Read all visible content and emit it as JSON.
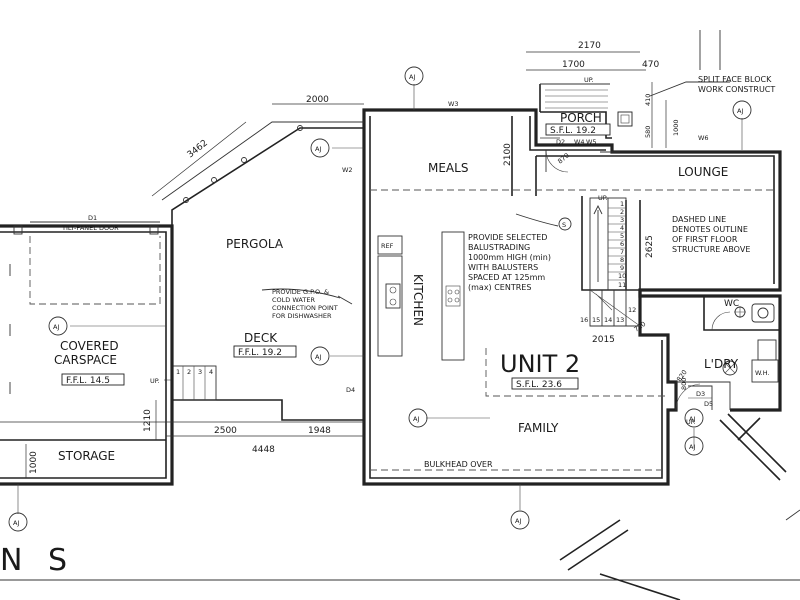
{
  "rooms": {
    "meals": "MEALS",
    "lounge": "LOUNGE",
    "pergola": "PERGOLA",
    "deck": "DECK",
    "covered_1": "COVERED",
    "covered_2": "CARSPACE",
    "storage": "STORAGE",
    "family": "FAMILY",
    "kitchen": "KITCHEN",
    "porch": "PORCH",
    "laundry": "L'DRY",
    "wc": "WC",
    "unit": "UNIT 2",
    "ref": "REF",
    "wh": "W.H."
  },
  "levels": {
    "porch": "S.F.L. 19.2",
    "deck": "F.F.L. 19.2",
    "carspace": "F.F.L. 14.5",
    "unit": "S.F.L. 23.6"
  },
  "notes": {
    "split_face_1": "SPLIT FACE BLOCK",
    "split_face_2": "WORK CONSTRUCT",
    "dashed_1": "DASHED LINE",
    "dashed_2": "DENOTES OUTLINE",
    "dashed_3": "OF FIRST FLOOR",
    "dashed_4": "STRUCTURE ABOVE",
    "bal_1": "PROVIDE SELECTED",
    "bal_2": "BALUSTRADING",
    "bal_3": "1000mm HIGH (min)",
    "bal_4": "WITH BALUSTERS",
    "bal_5": "SPACED AT 125mm",
    "bal_6": "(max) CENTRES",
    "gpo_1": "PROVIDE G.P.O. &",
    "gpo_2": "COLD WATER",
    "gpo_3": "CONNECTION POINT",
    "gpo_4": "FOR DISHWASHER",
    "tilt_door": "TILT-PANEL DOOR",
    "bulkhead": "BULKHEAD OVER"
  },
  "dimensions": {
    "d2000": "2000",
    "d3462": "3462",
    "d2170": "2170",
    "d1700": "1700",
    "d470": "470",
    "d410": "410",
    "d1000_top": "1000",
    "d580": "580",
    "d2100": "2100",
    "d2625": "2625",
    "d2015": "2015",
    "d720": "720",
    "d1210": "1210",
    "d2500": "2500",
    "d1948": "1948",
    "d4448": "4448",
    "d1000": "1000",
    "d870": "870",
    "d800": "800",
    "d820": "820"
  },
  "tags": {
    "aj": "AJ",
    "stair_s": "S",
    "up": "UP.",
    "w3": "W3",
    "w4": "W4",
    "w5": "W5",
    "w6": "W6",
    "w2": "W2",
    "d1": "D1",
    "d2": "D2",
    "d3": "D3",
    "d4": "D4",
    "d5": "D5"
  },
  "stair_numbers": [
    "1",
    "2",
    "3",
    "4",
    "5",
    "6",
    "7",
    "8",
    "9",
    "10",
    "11",
    "12",
    "13",
    "14",
    "15",
    "16"
  ],
  "step_numbers": [
    "1",
    "2",
    "3",
    "4"
  ],
  "title_fragment": "N S"
}
